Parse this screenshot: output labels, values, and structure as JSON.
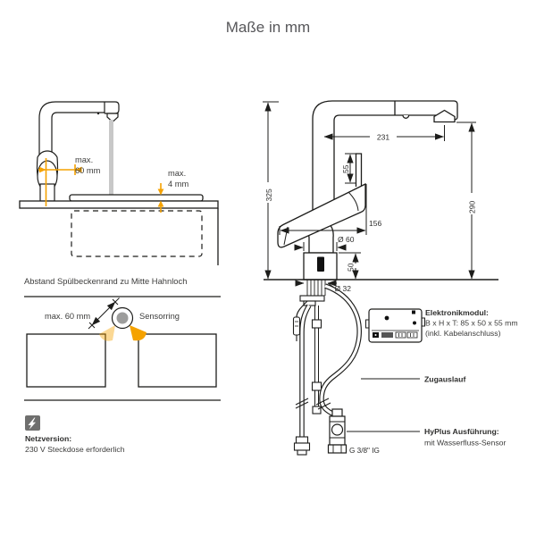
{
  "title": "Maße in mm",
  "colors": {
    "accent_orange": "#F5A200",
    "accent_orange_light": "#F8CB8A",
    "line_black": "#1d1d1b",
    "muted_title_gray": "#57575a",
    "text_dark": "#3c3c3b",
    "water_gray": "#c8c8c8",
    "sensor_dot_gray": "#9d9d9c",
    "icon_gray": "#6f6f6e"
  },
  "left_panel": {
    "side_view": {
      "offset_dim": {
        "line1": "max.",
        "line2": "60 mm"
      },
      "plate_dim": {
        "line1": "max.",
        "line2": "4 mm"
      }
    },
    "section_heading": "Abstand Spülbeckenrand zu Mitte Hahnloch",
    "top_view": {
      "dim_label": "max. 60 mm",
      "sensor_label": "Sensorring"
    },
    "power_note": {
      "icon": "lightning-icon",
      "heading": "Netzversion:",
      "text": "230 V Steckdose erforderlich"
    }
  },
  "right_panel": {
    "dimensions": {
      "spout_reach": "231",
      "total_height": "325",
      "outlet_height": "290",
      "lever_length": "55",
      "handle_length": "156",
      "body_diameter": "Ø 60",
      "base_height": "50",
      "hole_diameter": "Ø 32",
      "thread_connection": "G 3/8\" IG"
    },
    "callouts": {
      "electronics": {
        "heading": "Elektronikmodul:",
        "size": "B x H x T: 85 x 50 x 55 mm",
        "note": "(inkl. Kabelanschluss)"
      },
      "pullout_label": "Zugauslauf",
      "hyplus": {
        "heading": "HyPlus Ausführung:",
        "text": "mit Wasserfluss-Sensor"
      }
    }
  }
}
